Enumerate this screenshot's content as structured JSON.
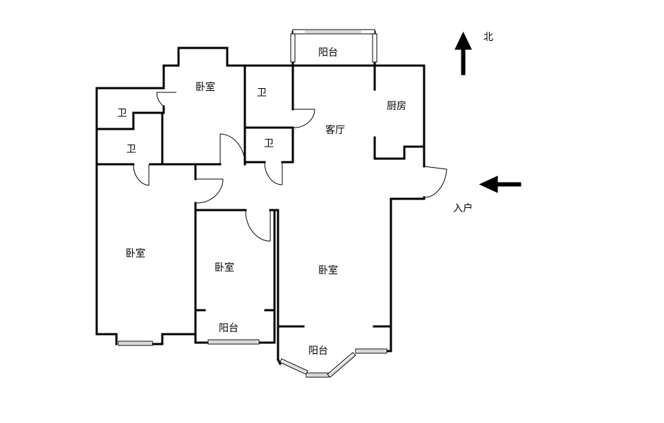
{
  "rooms": {
    "balcony_north": "阳台",
    "bedroom_north": "卧室",
    "bath_1": "卫",
    "bath_2": "卫",
    "bath_3": "卫",
    "bath_4": "卫",
    "kitchen": "厨房",
    "living_room": "客厅",
    "bedroom_west": "卧室",
    "bedroom_middle": "卧室",
    "bedroom_master": "卧室",
    "balcony_middle": "阳台",
    "balcony_south": "阳台"
  },
  "compass": {
    "north_label": "北"
  },
  "entrance": {
    "label": "入户"
  }
}
